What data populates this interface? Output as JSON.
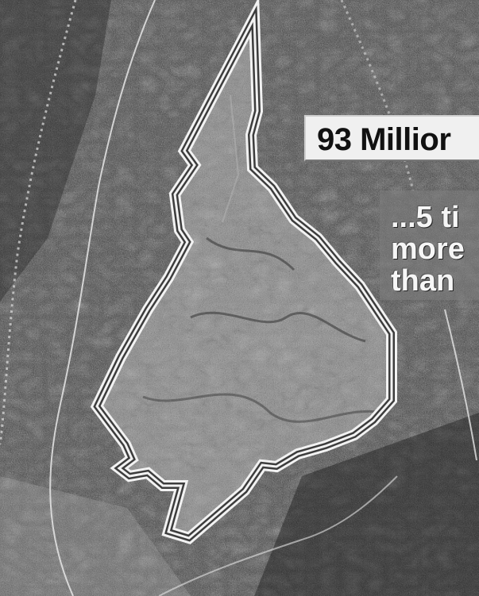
{
  "headline": "93 Millior",
  "comparison_lines": [
    "...5 ti",
    "more",
    "than"
  ],
  "colors": {
    "background_terrain": "#4a4a4a",
    "region_fill": "#8d8d8d",
    "outline": "#f2f2f2",
    "headline_box": "#f0f0f0",
    "headline_text": "#111111",
    "comparison_box": "#7d7d7d",
    "comparison_text": "#f6f6f6"
  }
}
